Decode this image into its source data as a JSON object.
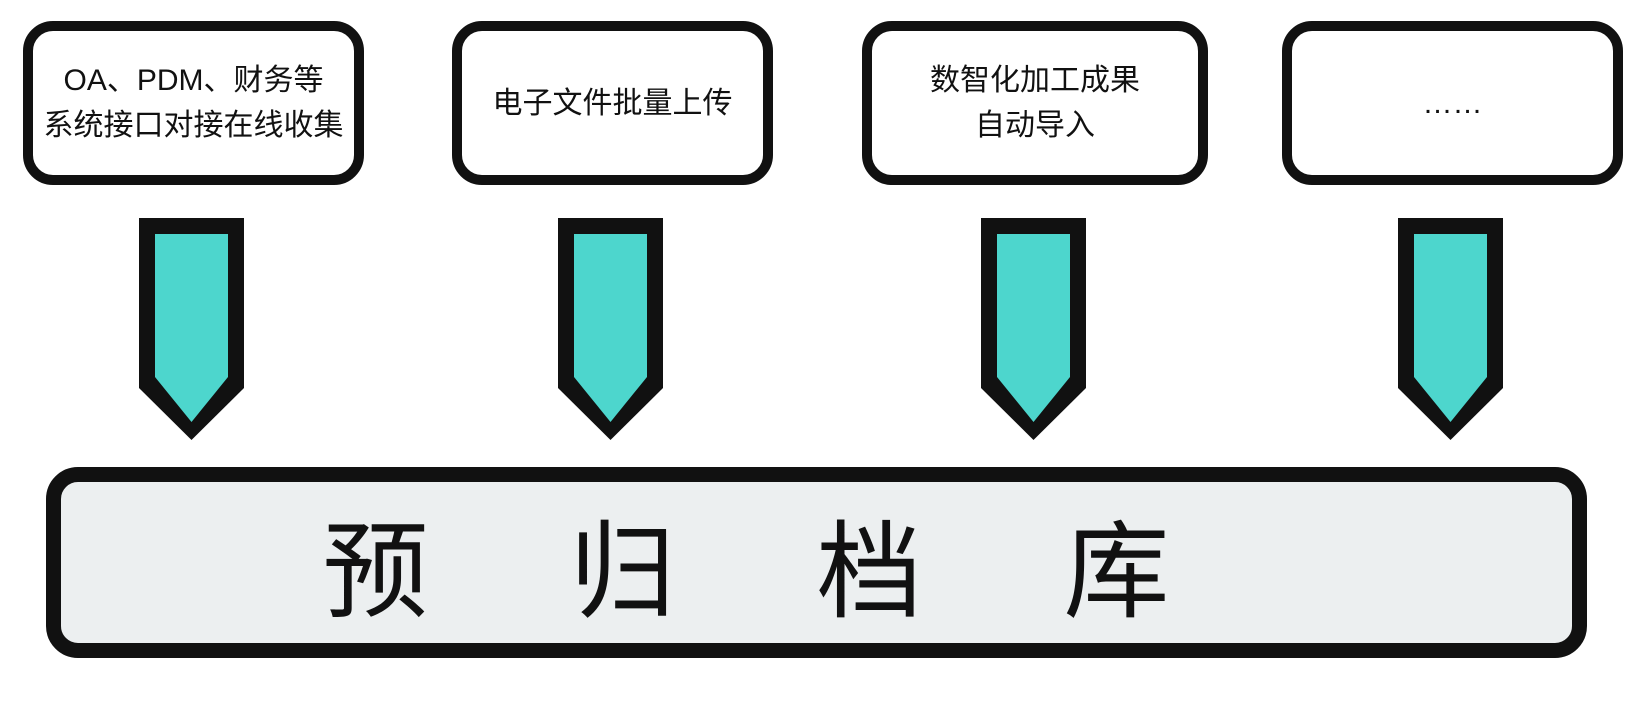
{
  "colors": {
    "outline": "#111111",
    "arrow_fill": "#4DD6CD",
    "target_fill": "#ECEFF0",
    "box_fill": "#FFFFFF",
    "text": "#111111",
    "background": "#FFFFFF"
  },
  "sources": [
    {
      "lines": [
        "OA、PDM、财务等",
        "系统接口对接在线收集"
      ]
    },
    {
      "lines": [
        "电子文件批量上传"
      ]
    },
    {
      "lines": [
        "数智化加工成果",
        "自动导入"
      ]
    },
    {
      "lines": [
        "……"
      ]
    }
  ],
  "arrows": [
    "down-arrow",
    "down-arrow",
    "down-arrow",
    "down-arrow"
  ],
  "target": {
    "label": "预归档库"
  }
}
